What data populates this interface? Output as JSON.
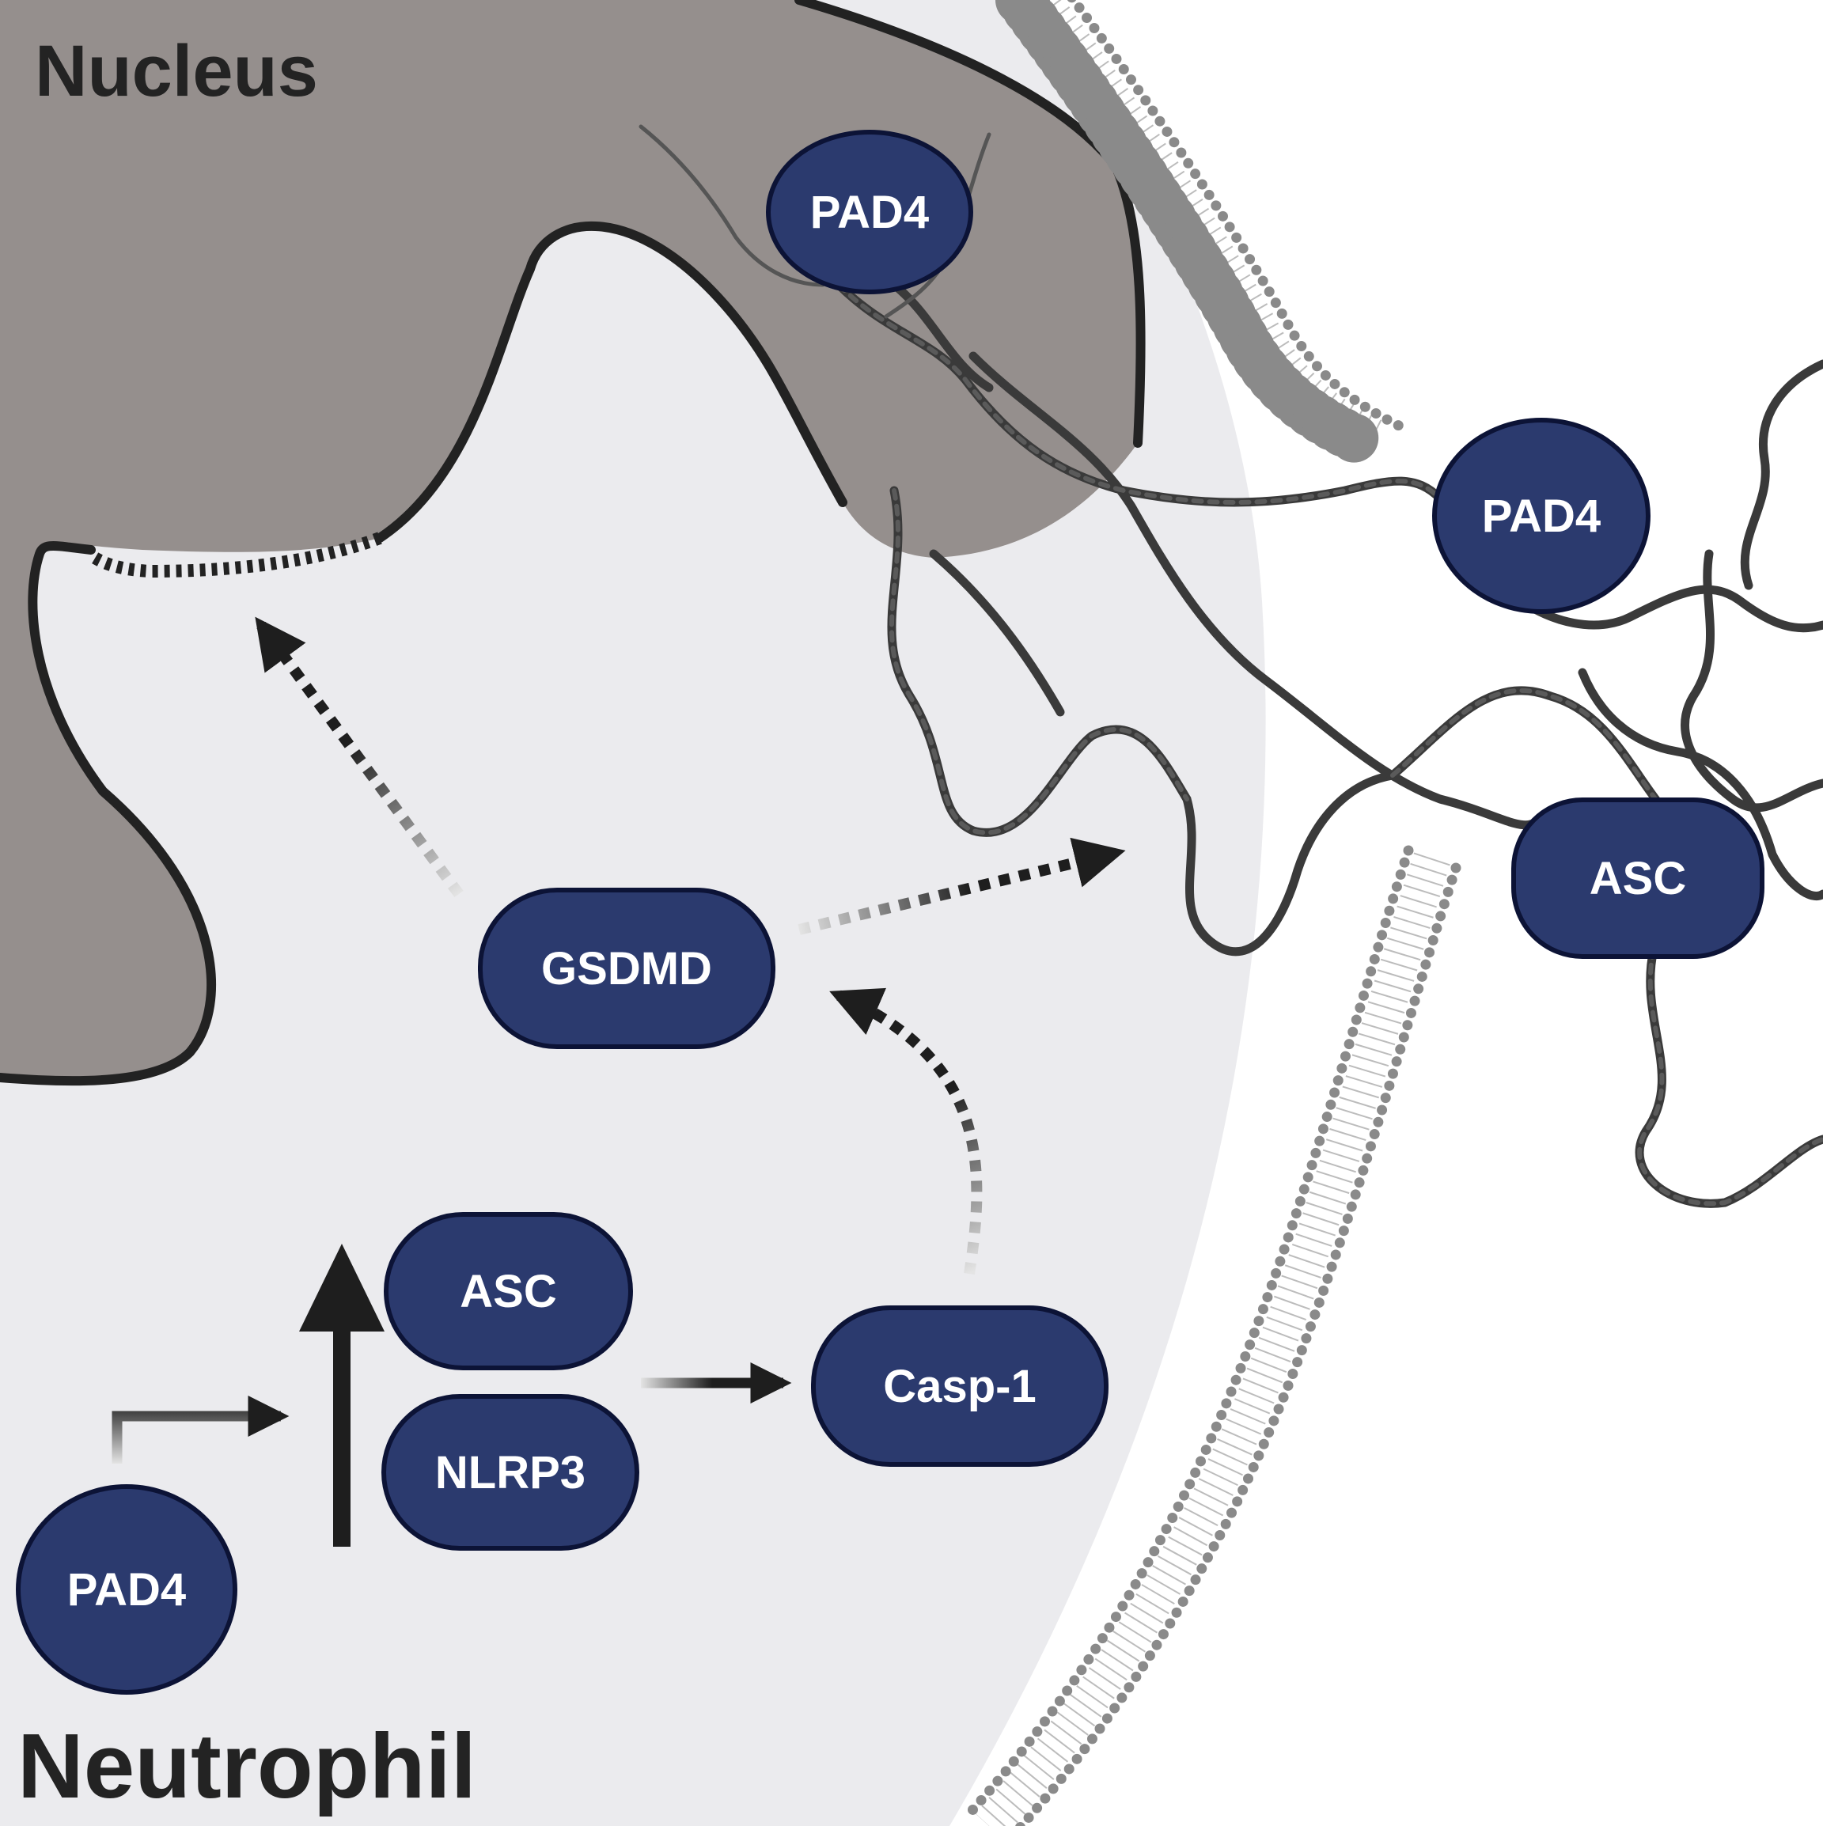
{
  "diagram": {
    "nucleus_label": "Nucleus",
    "cell_label": "Neutrophil",
    "proteins": {
      "pad4_nucleus": "PAD4",
      "pad4_extracellular": "PAD4",
      "asc_extracellular": "ASC",
      "gsdmd": "GSDMD",
      "asc": "ASC",
      "nlrp3": "NLRP3",
      "casp1": "Casp-1",
      "pad4_cytoplasm": "PAD4"
    },
    "colors": {
      "cytoplasm": "#ebebee",
      "nucleus": "#958f8d",
      "outline": "#222222",
      "membrane": "#8a8a8a",
      "protein_fill": "#2b3a6e",
      "protein_border": "#0c1336",
      "chromatin": "#3a3a3a"
    }
  }
}
